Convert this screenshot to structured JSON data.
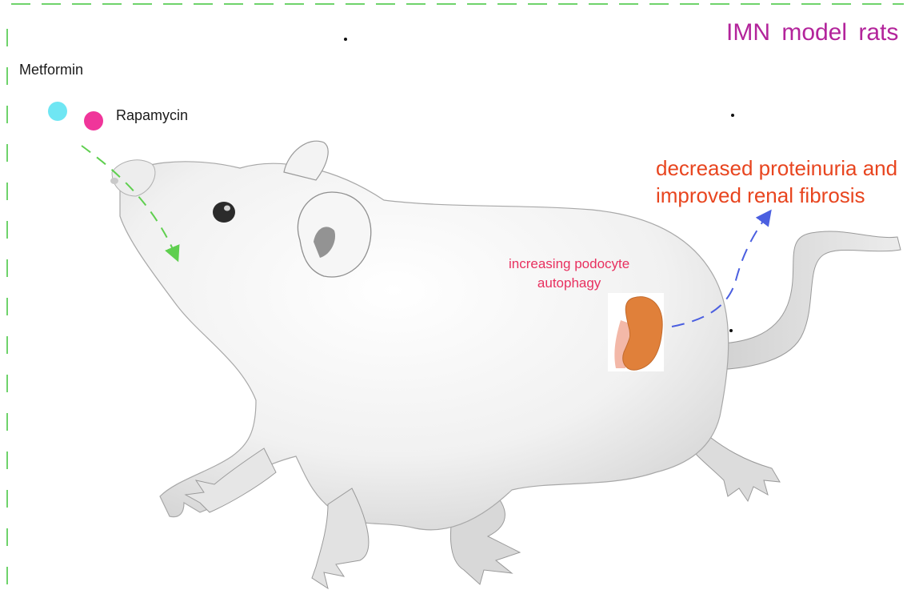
{
  "figure": {
    "model_label": "IMN  model rats",
    "drug_metformin": "Metformin",
    "drug_rapamycin": "Rapamycin",
    "mechanism_line1": "increasing podocyte",
    "mechanism_line2": "autophagy",
    "outcome_line1": "decreased proteinuria and",
    "outcome_line2": "improved renal fibrosis"
  },
  "colors": {
    "border_dash": "#6fd36b",
    "metformin_dot": "#6fe6f3",
    "rapamycin_dot": "#f0359a",
    "green_arrow": "#5fcf4f",
    "blue_arrow": "#4b5fe0",
    "title": "#b3249b",
    "outcome": "#e8451f",
    "mechanism": "#e8305f",
    "kidney": "#e0803a"
  },
  "icons": [
    "kidney-icon",
    "rat-illustration"
  ]
}
